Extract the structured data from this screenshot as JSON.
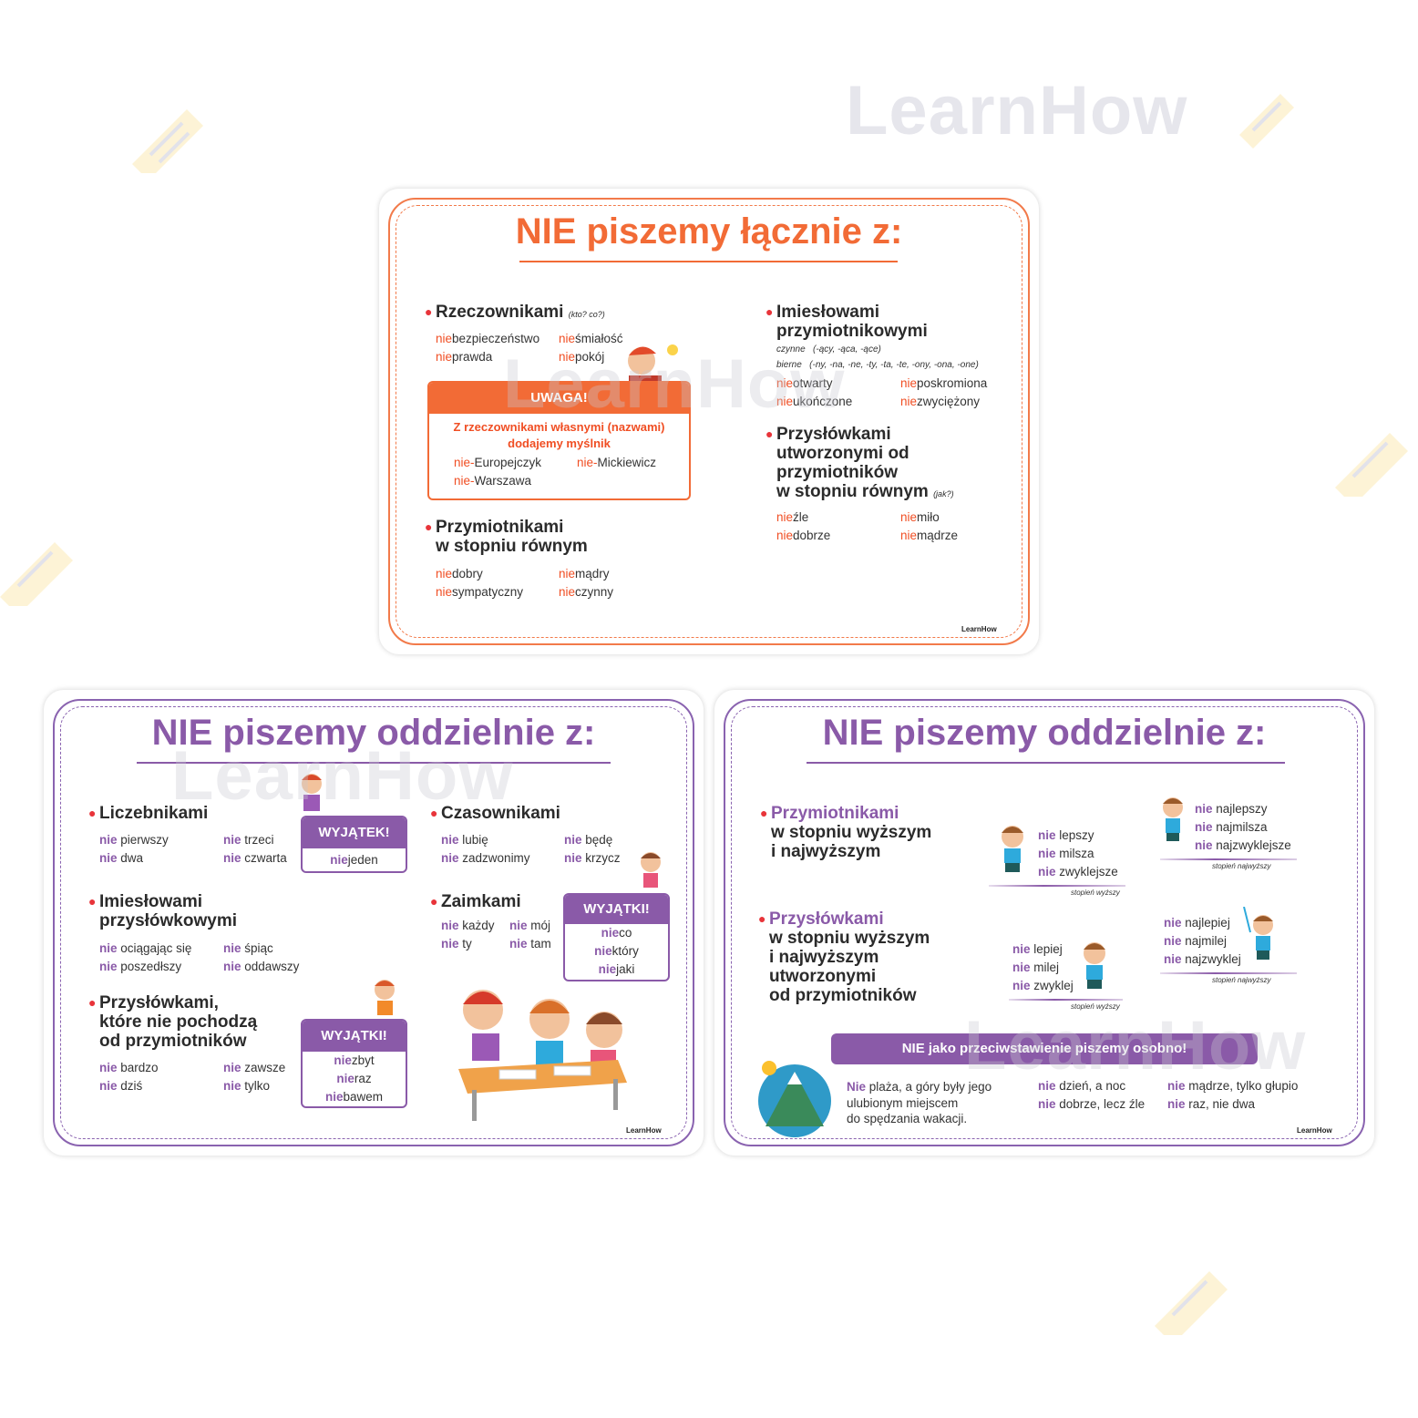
{
  "watermark": "LearnHow",
  "logo": "LearnHow",
  "c1": {
    "title": "NIE piszemy łącznie z:",
    "rzecz": {
      "head": "Rzeczownikami",
      "hint": "(kto? co?)",
      "words": [
        [
          "nie",
          "bezpieczeństwo"
        ],
        [
          "nie",
          "śmiałość"
        ],
        [
          "nie",
          "prawda"
        ],
        [
          "nie",
          "pokój"
        ]
      ]
    },
    "uwaga": {
      "head": "UWAGA!",
      "note1": "Z rzeczownikami własnymi (nazwami)",
      "note2": "dodajemy myślnik",
      "words": [
        [
          "nie-",
          "Europejczyk"
        ],
        [
          "nie-",
          "Mickiewicz"
        ],
        [
          "nie-",
          "Warszawa"
        ]
      ]
    },
    "przym": {
      "head1": "Przymiotnikami",
      "head2": "w stopniu równym",
      "words": [
        [
          "nie",
          "dobry"
        ],
        [
          "nie",
          "mądry"
        ],
        [
          "nie",
          "sympatyczny"
        ],
        [
          "nie",
          "czynny"
        ]
      ]
    },
    "imies": {
      "head1": "Imiesłowami",
      "head2": "przymiotnikowymi",
      "czynne": "czynne",
      "czynne_end": "(-ący, -ąca, -ące)",
      "bierne": "bierne",
      "bierne_end": "(-ny, -na, -ne, -ty, -ta, -te, -ony, -ona, -one)",
      "words": [
        [
          "nie",
          "otwarty"
        ],
        [
          "nie",
          "poskromiona"
        ],
        [
          "nie",
          "ukończone"
        ],
        [
          "nie",
          "zwyciężony"
        ]
      ]
    },
    "przysl": {
      "head1": "Przysłówkami",
      "head2": "utworzonymi od",
      "head3": "przymiotników",
      "head4": "w stopniu równym",
      "hint": "(jak?)",
      "words": [
        [
          "nie",
          "źle"
        ],
        [
          "nie",
          "miło"
        ],
        [
          "nie",
          "dobrze"
        ],
        [
          "nie",
          "mądrze"
        ]
      ]
    }
  },
  "c2": {
    "title": "NIE piszemy oddzielnie z:",
    "licz": {
      "head": "Liczebnikami",
      "words": [
        [
          "nie",
          "pierwszy"
        ],
        [
          "nie",
          "trzeci"
        ],
        [
          "nie",
          "dwa"
        ],
        [
          "nie",
          "czwarta"
        ]
      ]
    },
    "wyjatek": {
      "head": "WYJĄTEK!",
      "items": [
        [
          "nie",
          "jeden"
        ]
      ]
    },
    "imies": {
      "head1": "Imiesłowami",
      "head2": "przysłówkowymi",
      "words": [
        [
          "nie",
          "ociągając się"
        ],
        [
          "nie",
          "śpiąc"
        ],
        [
          "nie",
          "poszedłszy"
        ],
        [
          "nie",
          "oddawszy"
        ]
      ]
    },
    "przysl": {
      "head1": "Przysłówkami,",
      "head2": "które nie pochodzą",
      "head3": "od przymiotników",
      "words": [
        [
          "nie",
          "bardzo"
        ],
        [
          "nie",
          "zawsze"
        ],
        [
          "nie",
          "dziś"
        ],
        [
          "nie",
          "tylko"
        ]
      ]
    },
    "wyjatki1": {
      "head": "WYJĄTKI!",
      "items": [
        [
          "nie",
          "zbyt"
        ],
        [
          "nie",
          "raz"
        ],
        [
          "nie",
          "bawem"
        ]
      ]
    },
    "czas": {
      "head": "Czasownikami",
      "words": [
        [
          "nie",
          "lubię"
        ],
        [
          "nie",
          "będę"
        ],
        [
          "nie",
          "zadzwonimy"
        ],
        [
          "nie",
          "krzycz"
        ]
      ]
    },
    "zaim": {
      "head": "Zaimkami",
      "words": [
        [
          "nie",
          "każdy"
        ],
        [
          "nie",
          "mój"
        ],
        [
          "nie",
          "ty"
        ],
        [
          "nie",
          "tam"
        ]
      ]
    },
    "wyjatki2": {
      "head": "WYJĄTKI!",
      "items": [
        [
          "nie",
          "co"
        ],
        [
          "nie",
          "który"
        ],
        [
          "nie",
          "jaki"
        ]
      ]
    }
  },
  "c3": {
    "title": "NIE piszemy oddzielnie z:",
    "przym": {
      "head1": "Przymiotnikami",
      "head2": "w stopniu wyższym",
      "head3": "i najwyższym",
      "wyzszy": [
        [
          "nie",
          "lepszy"
        ],
        [
          "nie",
          "milsza"
        ],
        [
          "nie",
          "zwyklejsze"
        ]
      ],
      "najwyzszy": [
        [
          "nie",
          "najlepszy"
        ],
        [
          "nie",
          "najmilsza"
        ],
        [
          "nie",
          "najzwyklejsze"
        ]
      ]
    },
    "przysl": {
      "head1": "Przysłówkami",
      "head2": "w stopniu wyższym",
      "head3": "i najwyższym",
      "head4": "utworzonymi",
      "head5": "od przymiotników",
      "wyzszy": [
        [
          "nie",
          "lepiej"
        ],
        [
          "nie",
          "milej"
        ],
        [
          "nie",
          "zwyklej"
        ]
      ],
      "najwyzszy": [
        [
          "nie",
          "najlepiej"
        ],
        [
          "nie",
          "najmilej"
        ],
        [
          "nie",
          "najzwyklej"
        ]
      ]
    },
    "deg_higher": "stopień wyższy",
    "deg_highest": "stopień najwyższy",
    "banner": "NIE jako przeciwstawienie piszemy osobno!",
    "ex1": [
      "Nie",
      "plaża, a góry były jego",
      "ulubionym miejscem",
      "do spędzania wakacji."
    ],
    "ex2": [
      [
        "nie",
        "dzień, a noc"
      ],
      [
        "nie",
        "dobrze, lecz źle"
      ]
    ],
    "ex3": [
      [
        "nie",
        "mądrze, tylko głupio"
      ],
      [
        "nie",
        "raz, nie dwa"
      ]
    ]
  },
  "colors": {
    "orange": "#f26b36",
    "purple": "#8a5aa8",
    "bullet": "#e8343a"
  }
}
